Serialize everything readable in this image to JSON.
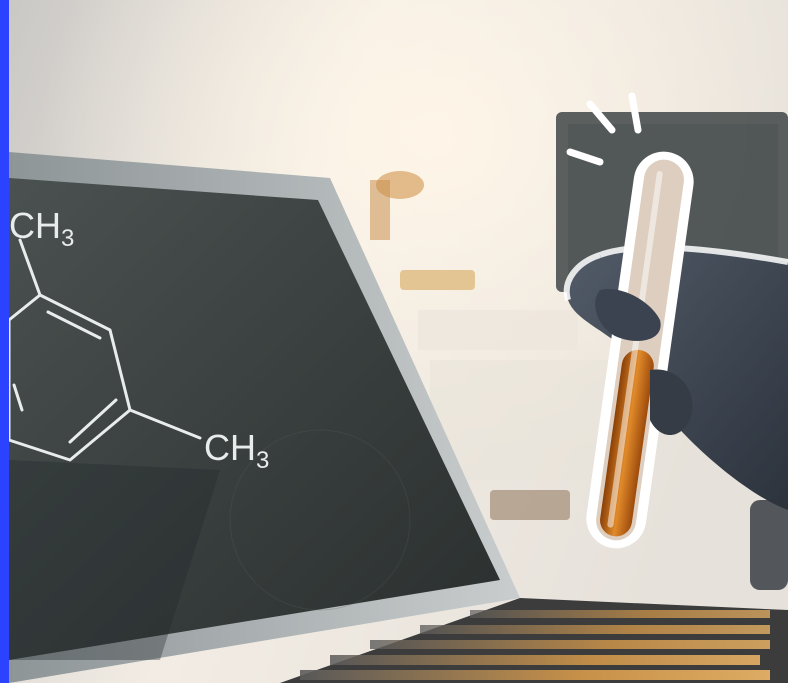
{
  "photo": {
    "molecule_label_top": "CH",
    "molecule_label_top_sub": "3",
    "molecule_label_right": "CH",
    "molecule_label_right_sub": "3",
    "colors": {
      "accent_strip": "#2b43ff",
      "liquid": "#c46a12",
      "glove": "#3b4350",
      "screen": "#3d4443",
      "chalk": "#e8ecea"
    }
  }
}
